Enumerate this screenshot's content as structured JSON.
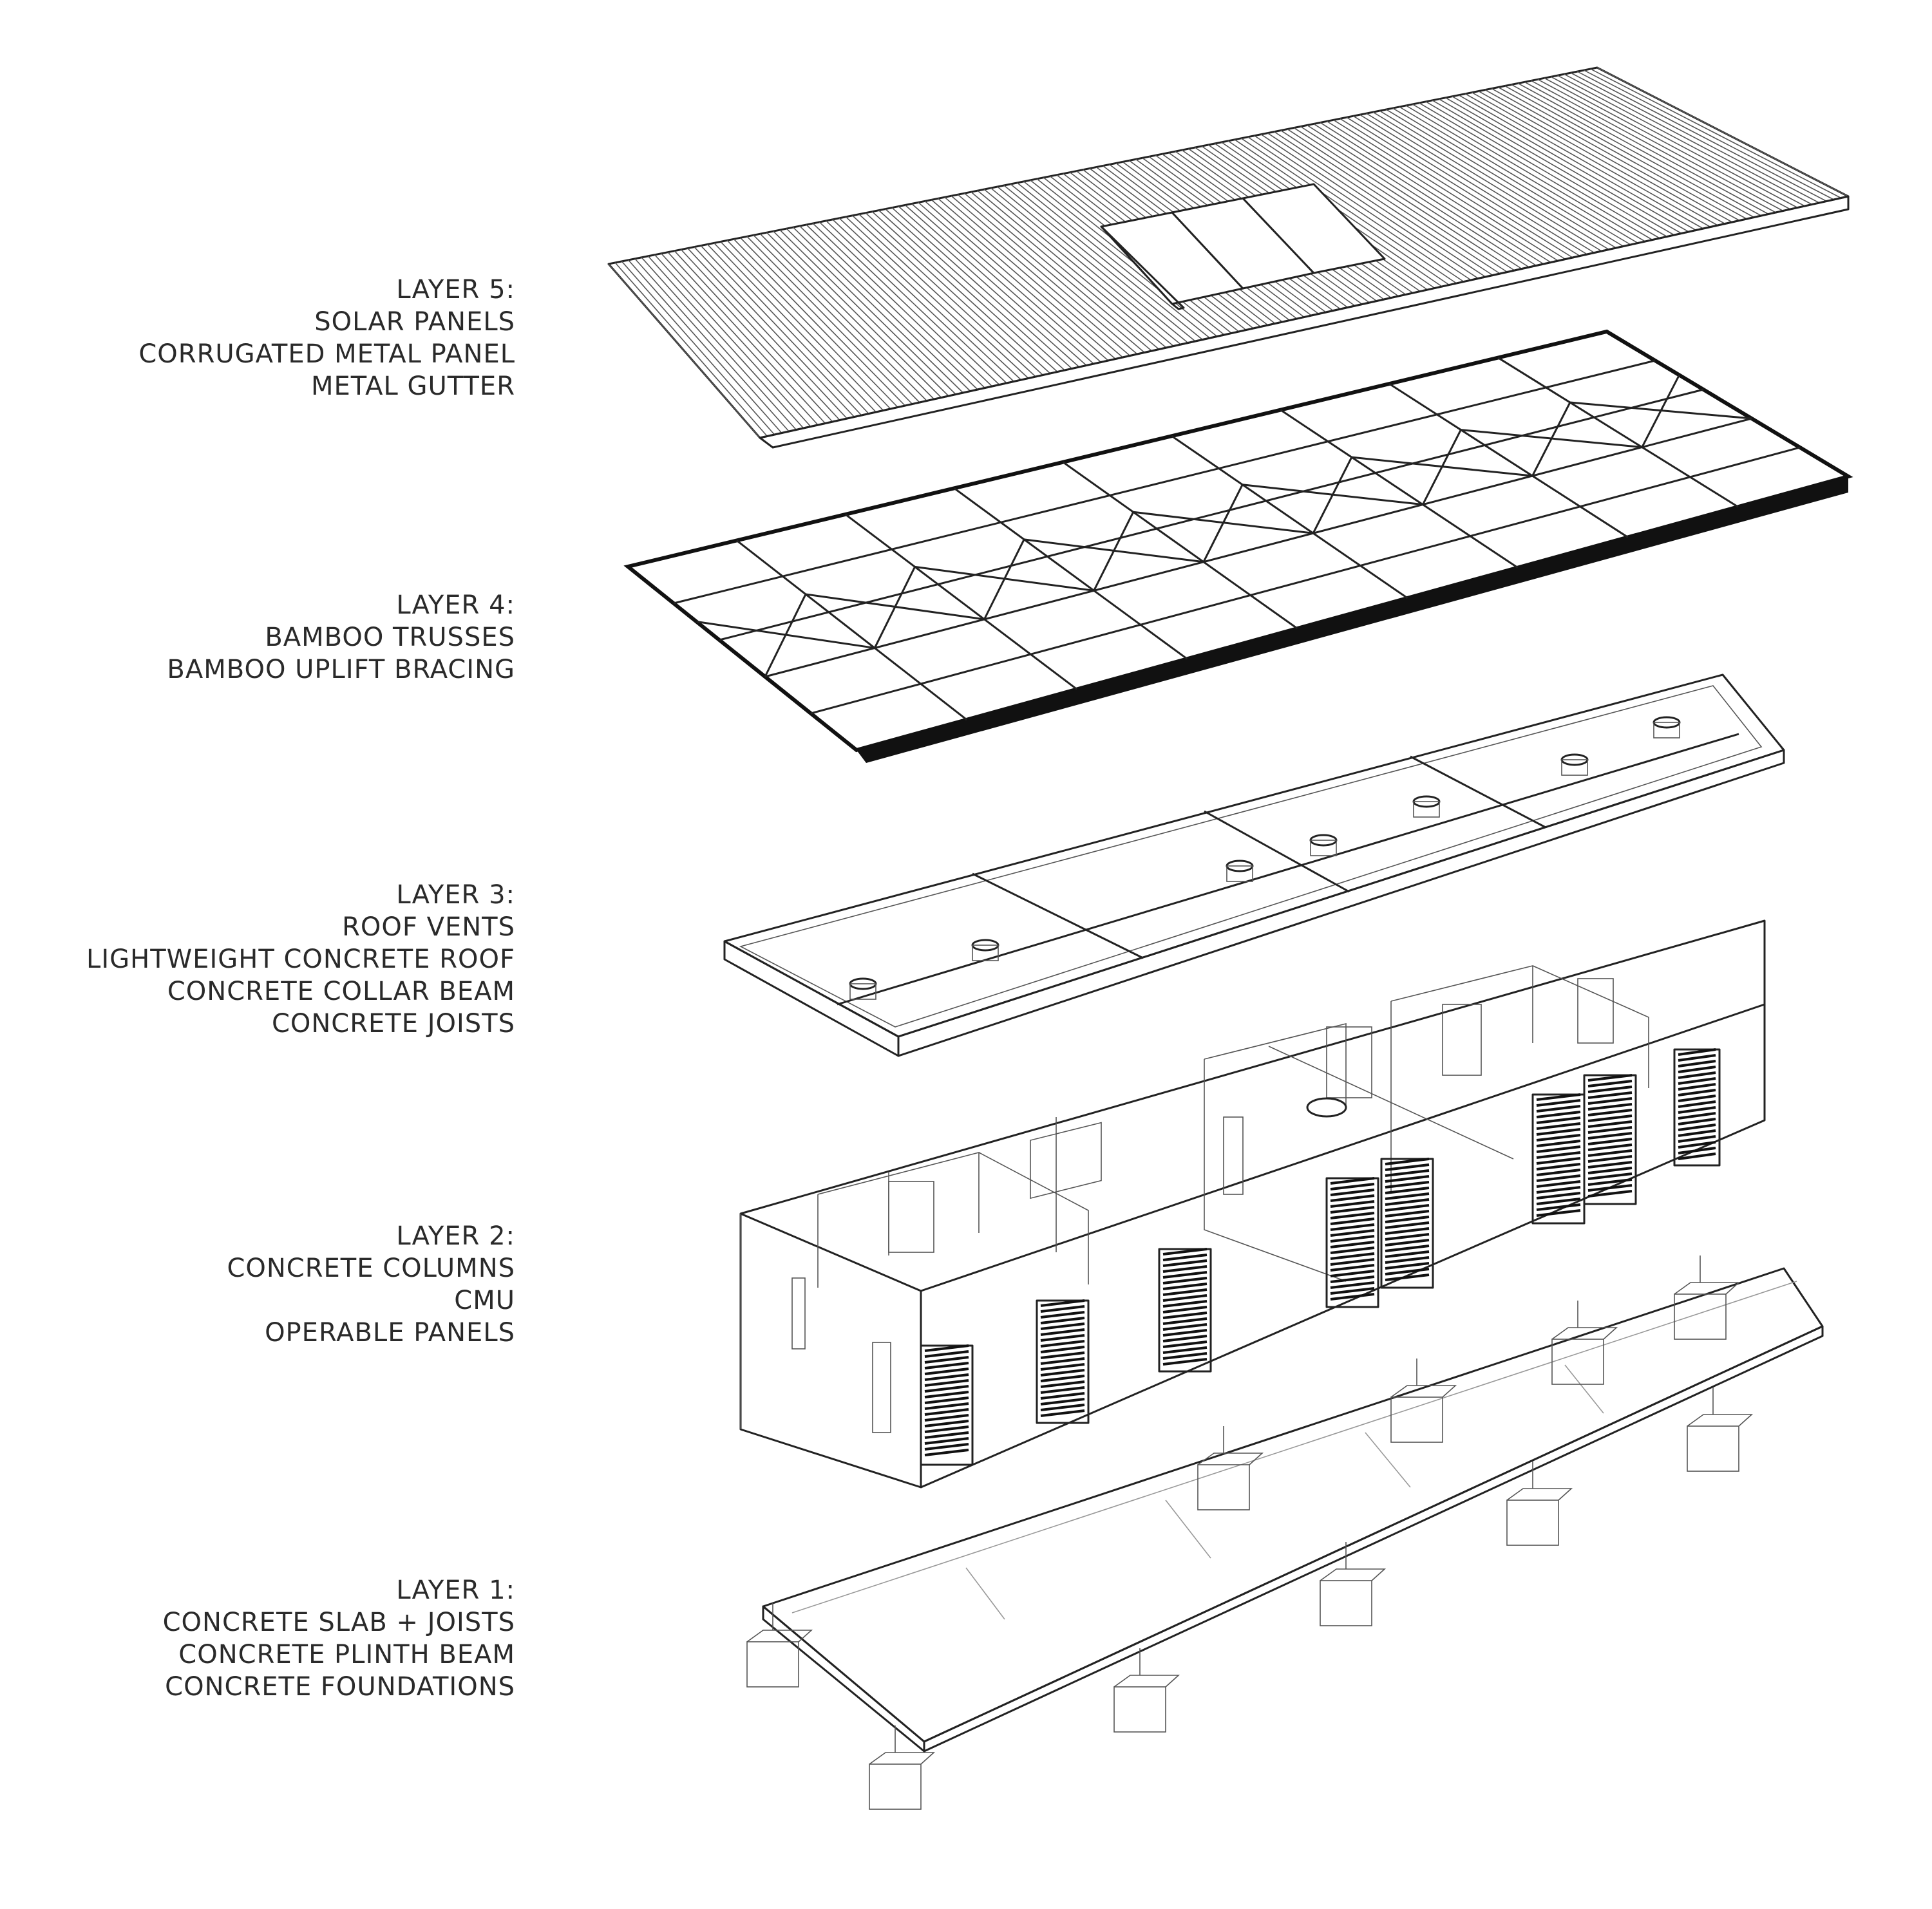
{
  "layers": [
    {
      "title": "LAYER 5:",
      "items": [
        "SOLAR PANELS",
        "CORRUGATED METAL PANEL",
        "METAL GUTTER"
      ]
    },
    {
      "title": "LAYER 4:",
      "items": [
        "BAMBOO TRUSSES",
        "BAMBOO UPLIFT BRACING"
      ]
    },
    {
      "title": "LAYER 3:",
      "items": [
        "ROOF VENTS",
        "LIGHTWEIGHT CONCRETE ROOF",
        "CONCRETE COLLAR BEAM",
        "CONCRETE JOISTS"
      ]
    },
    {
      "title": "LAYER 2:",
      "items": [
        "CONCRETE COLUMNS",
        "CMU",
        "OPERABLE PANELS"
      ]
    },
    {
      "title": "LAYER 1:",
      "items": [
        "CONCRETE SLAB + JOISTS",
        "CONCRETE PLINTH BEAM",
        "CONCRETE FOUNDATIONS"
      ]
    }
  ],
  "colors": {
    "line": "#222222",
    "text": "#2a2a2a",
    "background": "#ffffff"
  }
}
